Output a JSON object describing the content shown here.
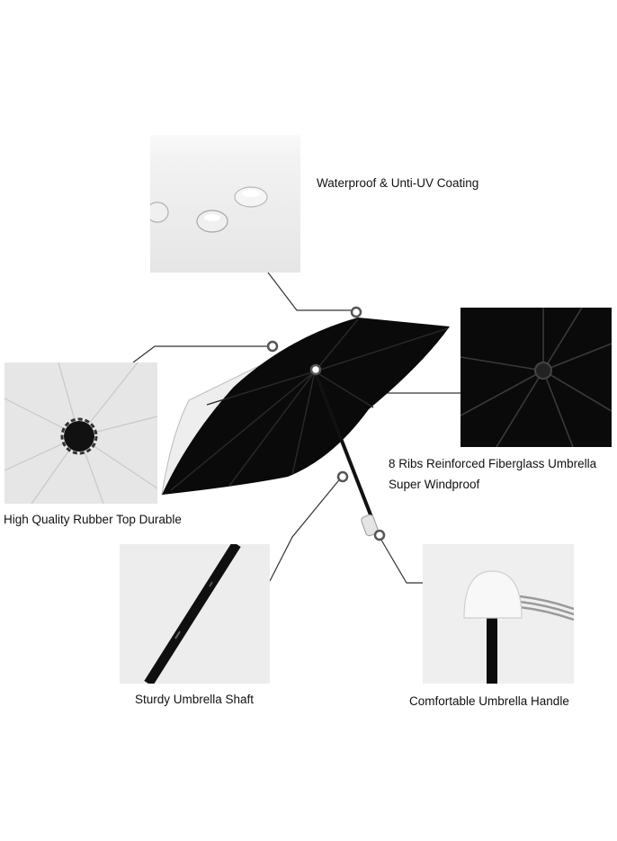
{
  "labels": {
    "waterproof": "Waterproof & Unti-UV Coating",
    "ribs_line1": "8 Ribs Reinforced Fiberglass Umbrella",
    "ribs_line2": "Super Windproof",
    "rubber_top": "High Quality Rubber Top Durable",
    "shaft": "Sturdy Umbrella Shaft",
    "handle": "Comfortable Umbrella Handle"
  },
  "colors": {
    "canopy_black": "#0a0a0a",
    "canopy_lining": "#eeeeee",
    "callout_line": "#333333"
  }
}
